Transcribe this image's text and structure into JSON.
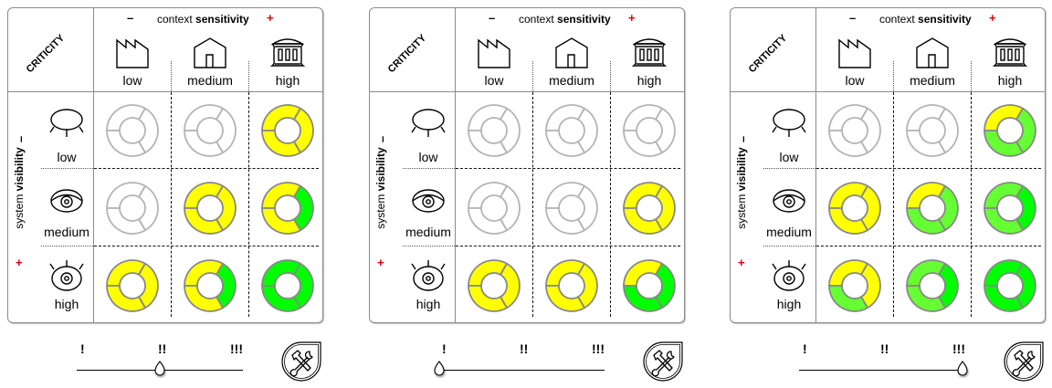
{
  "labels": {
    "criticity": "CRITICITY",
    "context_prefix": "context ",
    "context_bold": "sensitivity",
    "visibility_prefix": "system ",
    "visibility_bold": "visibility",
    "minus": "–",
    "plus": "+"
  },
  "columns": [
    {
      "label": "low",
      "icon": "factory-icon"
    },
    {
      "label": "medium",
      "icon": "house-icon"
    },
    {
      "label": "high",
      "icon": "government-building-icon"
    }
  ],
  "rows": [
    {
      "label": "low",
      "icon": "closed-eye-icon"
    },
    {
      "label": "medium",
      "icon": "half-open-eye-icon"
    },
    {
      "label": "high",
      "icon": "open-eye-icon"
    }
  ],
  "slider": {
    "ticks": [
      "!",
      "!!",
      "!!!"
    ]
  },
  "colors": {
    "E": "#ffffff",
    "Y": "#ffff00",
    "L": "#66ff33",
    "G": "#00ff00",
    "stroke_filled": "#888888",
    "stroke_empty": "#b4b4b4",
    "accent_plus": "#e00000"
  },
  "segment_order": [
    "top",
    "right",
    "bottom"
  ],
  "panels": [
    {
      "slider_level": "!!",
      "slider_index": 1,
      "tool_button": "tools-icon",
      "cells": [
        [
          [
            "E",
            "E",
            "E"
          ],
          [
            "E",
            "E",
            "E"
          ],
          [
            "Y",
            "Y",
            "Y"
          ]
        ],
        [
          [
            "E",
            "E",
            "E"
          ],
          [
            "Y",
            "Y",
            "Y"
          ],
          [
            "Y",
            "G",
            "Y"
          ]
        ],
        [
          [
            "Y",
            "Y",
            "Y"
          ],
          [
            "Y",
            "G",
            "Y"
          ],
          [
            "G",
            "G",
            "G"
          ]
        ]
      ]
    },
    {
      "slider_level": "!",
      "slider_index": 0,
      "tool_button": "tools-icon",
      "cells": [
        [
          [
            "E",
            "E",
            "E"
          ],
          [
            "E",
            "E",
            "E"
          ],
          [
            "E",
            "E",
            "E"
          ]
        ],
        [
          [
            "E",
            "E",
            "E"
          ],
          [
            "E",
            "E",
            "E"
          ],
          [
            "Y",
            "Y",
            "Y"
          ]
        ],
        [
          [
            "Y",
            "Y",
            "Y"
          ],
          [
            "Y",
            "Y",
            "Y"
          ],
          [
            "Y",
            "G",
            "G"
          ]
        ]
      ]
    },
    {
      "slider_level": "!!!",
      "slider_index": 2,
      "tool_button": "tools-icon",
      "cells": [
        [
          [
            "E",
            "E",
            "E"
          ],
          [
            "E",
            "E",
            "E"
          ],
          [
            "Y",
            "L",
            "L"
          ]
        ],
        [
          [
            "Y",
            "Y",
            "Y"
          ],
          [
            "Y",
            "L",
            "L"
          ],
          [
            "L",
            "G",
            "L"
          ]
        ],
        [
          [
            "Y",
            "Y",
            "L"
          ],
          [
            "L",
            "G",
            "L"
          ],
          [
            "G",
            "G",
            "G"
          ]
        ]
      ]
    }
  ]
}
